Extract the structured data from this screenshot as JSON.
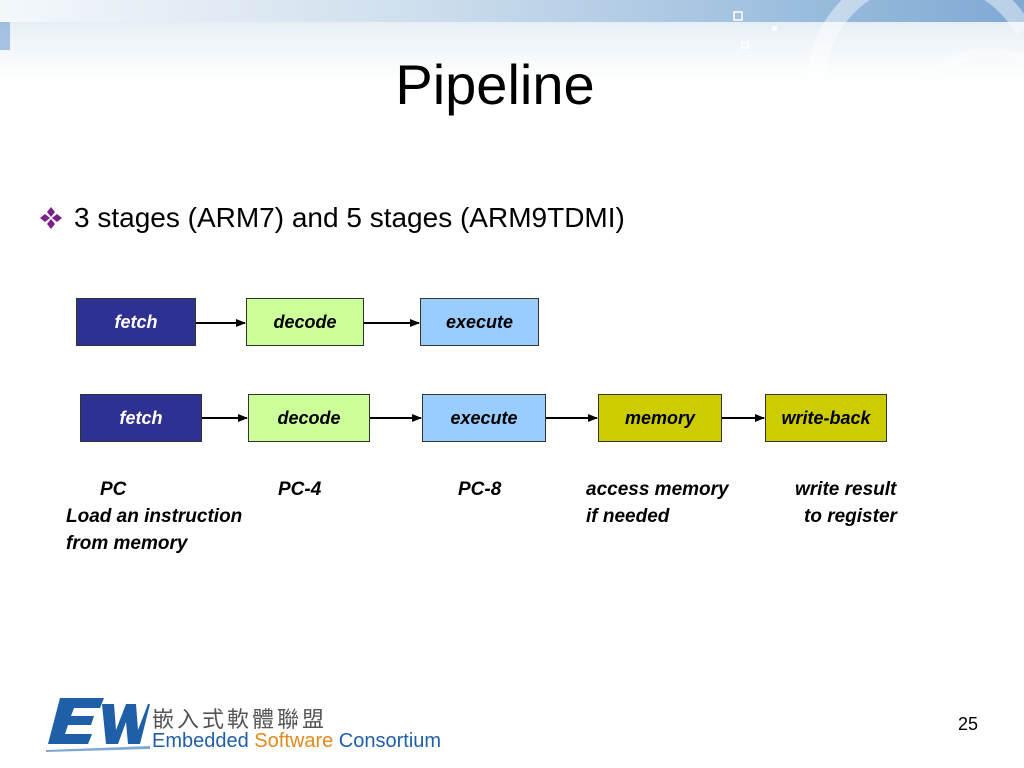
{
  "title": "Pipeline",
  "bullet": "3 stages (ARM7) and 5 stages (ARM9TDMI)",
  "icons": {
    "bullet": "diamond-bullet-icon",
    "arrow": "arrow-right-icon",
    "logo": "esw-logo-icon"
  },
  "colors": {
    "fetch": "#2e3192",
    "decode": "#ccff99",
    "execute": "#99ccff",
    "memory": "#cccc00",
    "writeback": "#cccc00",
    "bullet": "#7b1f8c"
  },
  "pipeline3": {
    "fetch": "fetch",
    "decode": "decode",
    "execute": "execute"
  },
  "pipeline5": {
    "fetch": "fetch",
    "decode": "decode",
    "execute": "execute",
    "memory": "memory",
    "writeback": "write-back"
  },
  "notes": {
    "fetch_line1": "PC",
    "fetch_line2": "Load an instruction",
    "fetch_line3": "from memory",
    "decode": "PC-4",
    "execute": "PC-8",
    "memory_line1": "access memory",
    "memory_line2": "if needed",
    "writeback_line1": "write result",
    "writeback_line2": "to register"
  },
  "footer": {
    "chinese": "嵌入式軟體聯盟",
    "en_part1": "Embedded ",
    "en_part2": "Software",
    "en_part3": " Consortium",
    "page_number": "25"
  }
}
